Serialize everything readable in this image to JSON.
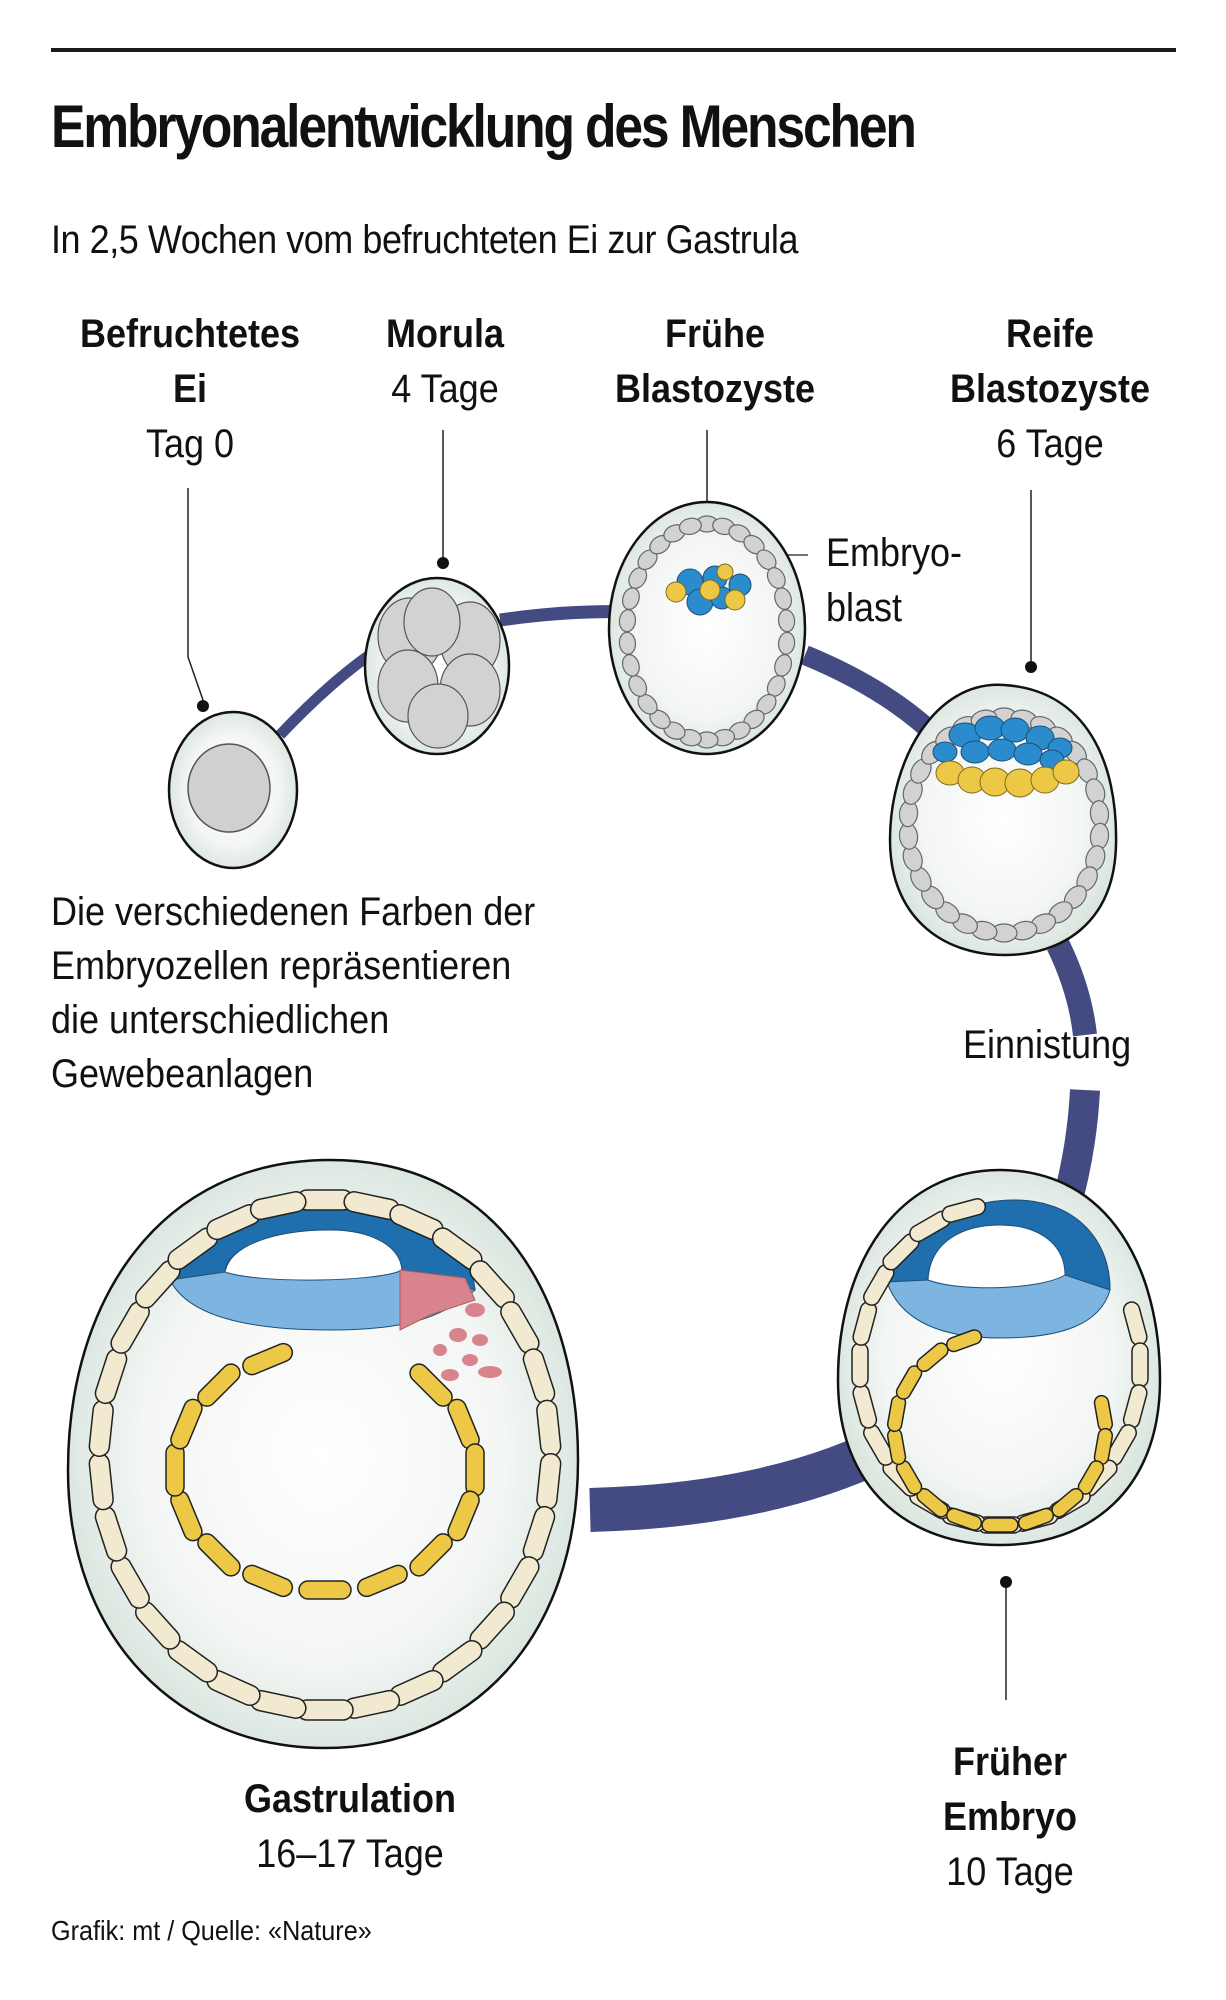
{
  "header": {
    "title": "Embryonalentwicklung des Menschen",
    "subtitle": "In 2,5 Wochen vom befruchteten Ei zur Gastrula"
  },
  "stages": [
    {
      "id": "befruchtetes-ei",
      "name_line1": "Befruchtetes",
      "name_line2": "Ei",
      "time": "Tag 0"
    },
    {
      "id": "morula",
      "name_line1": "Morula",
      "time": "4 Tage"
    },
    {
      "id": "fruehe-blastozyste",
      "name_line1": "Frühe",
      "name_line2": "Blastozyste"
    },
    {
      "id": "reife-blastozyste",
      "name_line1": "Reife",
      "name_line2": "Blastozyste",
      "time": "6 Tage"
    },
    {
      "id": "frueher-embryo",
      "name_line1": "Früher",
      "name_line2": "Embryo",
      "time": "10 Tage"
    },
    {
      "id": "gastrulation",
      "name_line1": "Gastrulation",
      "time": "16–17 Tage"
    }
  ],
  "annotations": {
    "embryoblast_line1": "Embryo-",
    "embryoblast_line2": "blast",
    "einnistung": "Einnistung"
  },
  "note": {
    "lines": [
      "Die verschiedenen Farben der",
      "Embryozellen repräsentieren",
      "die unterschiedlichen",
      "Gewebeanlagen"
    ]
  },
  "footer": {
    "credit": "Grafik: mt / Quelle: «Nature»"
  },
  "colors": {
    "ring": "#434b82",
    "cell_fill": "#dfe8e2",
    "gray_cell": "#d2d2d2",
    "blue_cell": "#2a8ccc",
    "dark_blue": "#1f6fae",
    "light_blue": "#7db4e0",
    "yellow_cell": "#ecc846",
    "cream_cell": "#f1ead0",
    "pink_cell": "#d9848c"
  }
}
